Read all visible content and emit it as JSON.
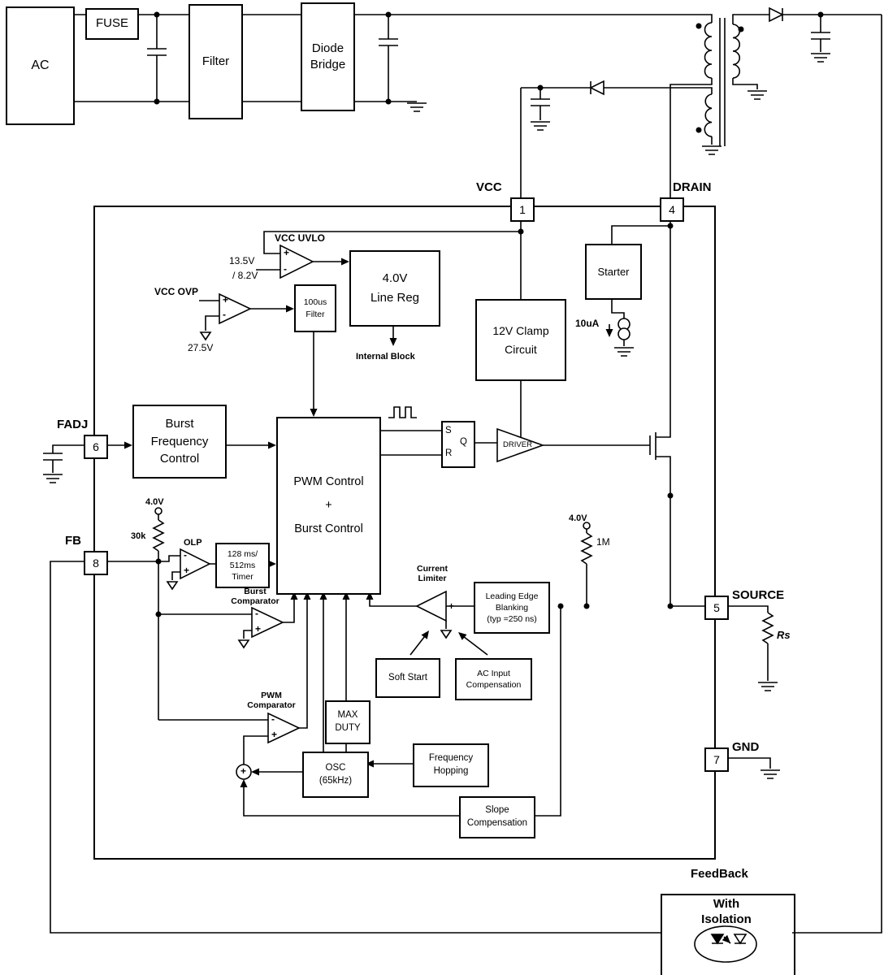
{
  "sym": {
    "plus": "+",
    "minus": "-"
  },
  "blocks": {
    "ac": "AC",
    "fuse": "FUSE",
    "filter": "Filter",
    "diode_bridge": "Diode\nBridge",
    "filter100": "100us\nFilter",
    "line_reg": "4.0V\nLine Reg",
    "clamp": "12V Clamp\nCircuit",
    "starter": "Starter",
    "bfc": "Burst\nFrequency\nControl",
    "pwm": "PWM Control\n+\nBurst Control",
    "timer": "128 ms/\n512ms\nTimer",
    "leb": "Leading Edge\nBlanking\n(typ =250 ns)",
    "soft_start": "Soft Start",
    "ac_comp": "AC Input\nCompensation",
    "max_duty": "MAX\nDUTY",
    "osc": "OSC\n(65kHz)",
    "freq_hop": "Frequency\nHopping",
    "slope": "Slope\nCompensation",
    "driver": "DRIVER",
    "olp": "OLP",
    "burst_comp": "Burst\nComparator",
    "pwm_comp": "PWM\nComparator",
    "current_limiter": "Current\nLimiter",
    "uvlo_label": "VCC UVLO",
    "ovp_label": "VCC OVP",
    "internal_block": "Internal Block",
    "feedback": "FeedBack",
    "feedback_body": "With\nIsolation"
  },
  "pins": {
    "vcc": {
      "num": "1",
      "label": "VCC"
    },
    "drain": {
      "num": "4",
      "label": "DRAIN"
    },
    "fadj": {
      "num": "6",
      "label": "FADJ"
    },
    "fb": {
      "num": "8",
      "label": "FB"
    },
    "source": {
      "num": "5",
      "label": "SOURCE"
    },
    "gnd": {
      "num": "7",
      "label": "GND"
    }
  },
  "values": {
    "uvlo_on": "13.5V",
    "uvlo_off": "/ 8.2V",
    "ovp": "27.5V",
    "starter_cur": "10uA",
    "fb_pullup": "4.0V",
    "fb_res": "30k",
    "cs_pullup": "4.0V",
    "cs_res": "1M",
    "sense_res": "Rs"
  },
  "latch": {
    "s": "S",
    "r": "R",
    "q": "Q"
  }
}
